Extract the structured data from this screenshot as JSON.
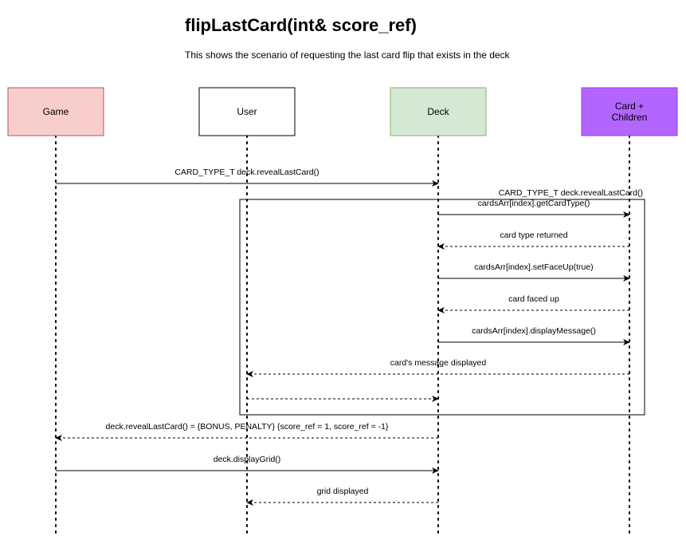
{
  "title": "flipLastCard(int& score_ref)",
  "subtitle": "This shows the scenario of requesting the last card flip that exists in the deck",
  "actors": [
    {
      "id": "game",
      "label": "Game",
      "fill": "#f8cecc",
      "stroke": "#b85450"
    },
    {
      "id": "user",
      "label": "User",
      "fill": "#ffffff",
      "stroke": "#000000"
    },
    {
      "id": "deck",
      "label": "Deck",
      "fill": "#d5e8d4",
      "stroke": "#82b366"
    },
    {
      "id": "card",
      "label": "Card +\nChildren",
      "fill": "#b266ff",
      "stroke": "#9933ff"
    }
  ],
  "frame": {
    "label": "CARD_TYPE_T deck.revealLastCard()"
  },
  "messages": [
    {
      "from": "game",
      "to": "deck",
      "label": "CARD_TYPE_T deck.revealLastCard()",
      "style": "solid"
    },
    {
      "from": "deck",
      "to": "card",
      "label": "cardsArr[index].getCardType()",
      "style": "solid"
    },
    {
      "from": "card",
      "to": "deck",
      "label": "card type returned",
      "style": "dashed"
    },
    {
      "from": "deck",
      "to": "card",
      "label": "cardsArr[index].setFaceUp(true)",
      "style": "solid"
    },
    {
      "from": "card",
      "to": "deck",
      "label": "card faced up",
      "style": "dashed"
    },
    {
      "from": "deck",
      "to": "card",
      "label": "cardsArr[index].displayMessage()",
      "style": "solid"
    },
    {
      "from": "card",
      "to": "user",
      "label": "card's message displayed",
      "style": "dashed"
    },
    {
      "from": "user",
      "to": "deck",
      "label": "",
      "style": "dashed"
    },
    {
      "from": "deck",
      "to": "game",
      "label": "deck.revealLastCard() = {BONUS, PENALTY} {score_ref = 1, score_ref = -1}",
      "style": "dashed"
    },
    {
      "from": "game",
      "to": "deck",
      "label": "deck.displayGrid()",
      "style": "solid"
    },
    {
      "from": "deck",
      "to": "user",
      "label": "grid displayed",
      "style": "dashed"
    }
  ]
}
